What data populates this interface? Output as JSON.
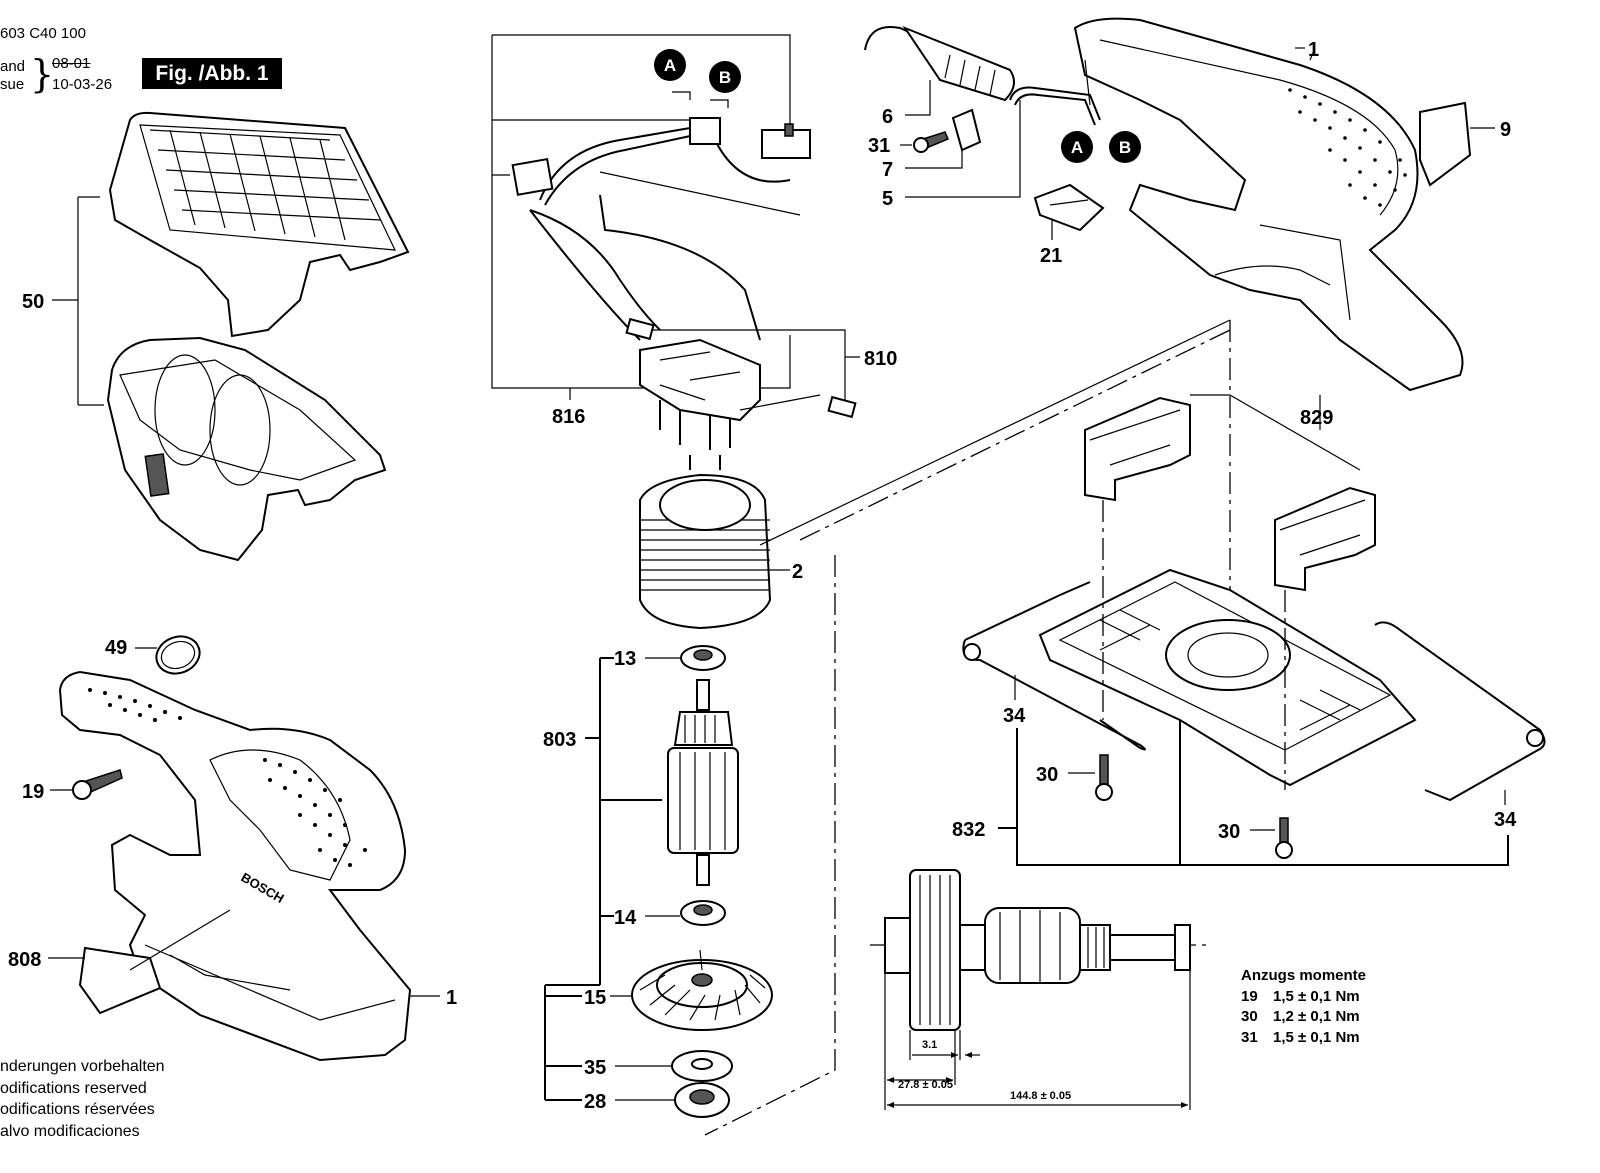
{
  "header": {
    "doc_number": "603 C40 100",
    "stand_label": "and",
    "stand_old": "08-01",
    "issue_label": "sue",
    "issue_date": "10-03-26",
    "figure_label": "Fig. /Abb. 1"
  },
  "parts": {
    "p1_top": "1",
    "p1_bottom": "1",
    "p2": "2",
    "p5": "5",
    "p6": "6",
    "p7": "7",
    "p9": "9",
    "p13": "13",
    "p14": "14",
    "p15": "15",
    "p19": "19",
    "p21": "21",
    "p28": "28",
    "p30a": "30",
    "p30b": "30",
    "p31": "31",
    "p34a": "34",
    "p34b": "34",
    "p35": "35",
    "p49": "49",
    "p50": "50",
    "p803": "803",
    "p808": "808",
    "p810": "810",
    "p816": "816",
    "p829": "829",
    "p832": "832"
  },
  "connectors": {
    "a1": "A",
    "b1": "B",
    "a2": "A",
    "b2": "B"
  },
  "dimensions": {
    "d1": "3.1",
    "d2": "27.8 ± 0.05",
    "d3": "144.8 ± 0.05"
  },
  "torque": {
    "title": "Anzugs momente",
    "rows": [
      {
        "part": "19",
        "value": "1,5 ± 0,1 Nm"
      },
      {
        "part": "30",
        "value": "1,2 ± 0,1 Nm"
      },
      {
        "part": "31",
        "value": "1,5 ± 0,1 Nm"
      }
    ]
  },
  "notes": [
    "nderungen vorbehalten",
    "odifications reserved",
    "odifications réservées",
    "alvo modificaciones"
  ]
}
